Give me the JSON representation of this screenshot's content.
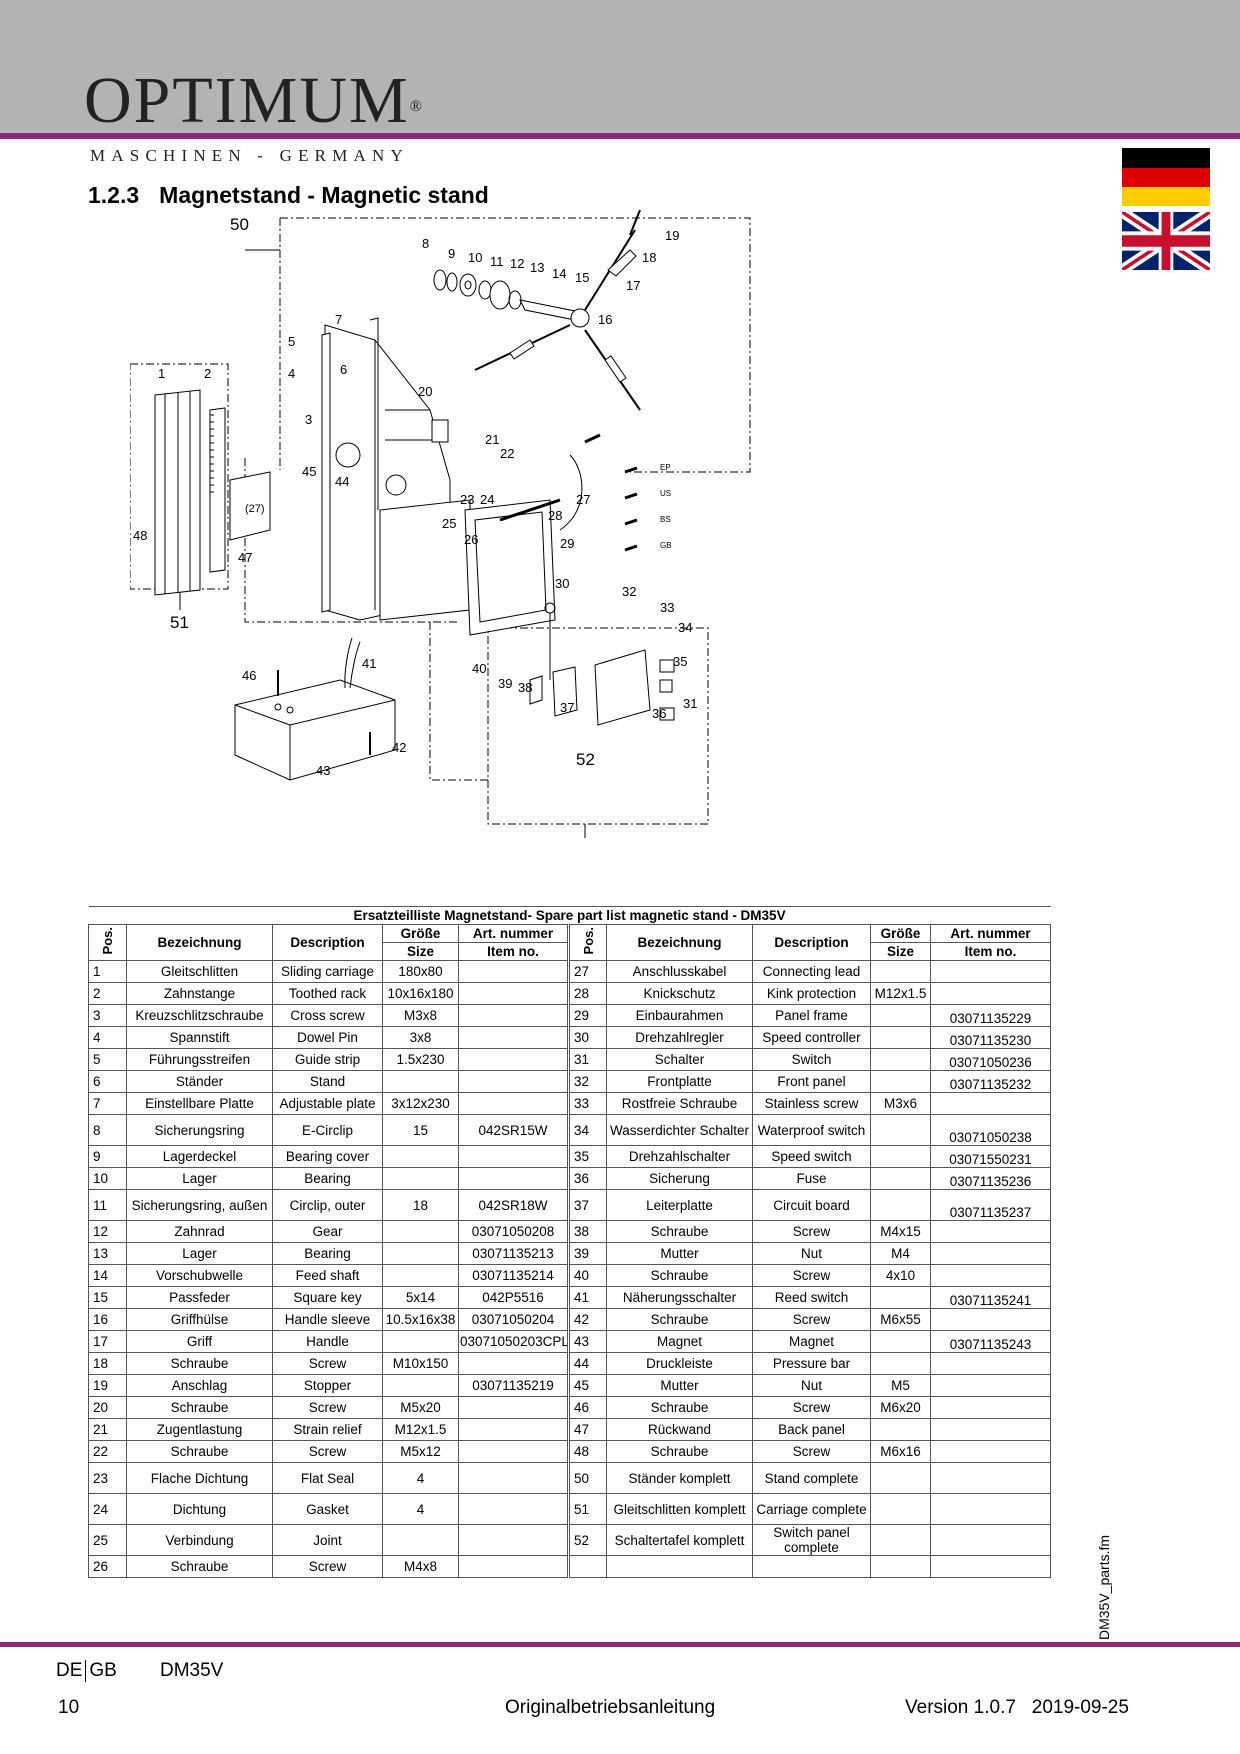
{
  "header": {
    "brand": "OPTIMUM",
    "registered": "®",
    "tagline": "MASCHINEN - GERMANY"
  },
  "section": {
    "number": "1.2.3",
    "title": "Magnetstand - Magnetic stand"
  },
  "flags": [
    "germany-flag",
    "uk-flag"
  ],
  "diagram": {
    "callouts": [
      "50",
      "8",
      "9",
      "10",
      "11",
      "12",
      "13",
      "14",
      "15",
      "16",
      "17",
      "18",
      "19",
      "5",
      "4",
      "7",
      "6",
      "20",
      "3",
      "21",
      "22",
      "45",
      "44",
      "23",
      "24",
      "25",
      "26",
      "27",
      "28",
      "29",
      "1",
      "2",
      "(27)",
      "48",
      "47",
      "51",
      "30",
      "32",
      "33",
      "34",
      "35",
      "31",
      "36",
      "37",
      "38",
      "39",
      "40",
      "41",
      "46",
      "42",
      "43",
      "52"
    ],
    "plug_labels": [
      "EP",
      "US",
      "BS",
      "GB"
    ]
  },
  "table": {
    "caption": "Ersatzteilliste Magnetstand- Spare part list magnetic stand - DM35V",
    "headers": {
      "pos": "Pos.",
      "bezeichnung": "Bezeichnung",
      "description": "Description",
      "groesse": "Größe",
      "size": "Size",
      "art_nummer": "Art. nummer",
      "item_no": "Item no."
    },
    "left_rows": [
      [
        "1",
        "Gleitschlitten",
        "Sliding carriage",
        "180x80",
        ""
      ],
      [
        "2",
        "Zahnstange",
        "Toothed rack",
        "10x16x180",
        ""
      ],
      [
        "3",
        "Kreuzschlitzschraube",
        "Cross screw",
        "M3x8",
        ""
      ],
      [
        "4",
        "Spannstift",
        "Dowel Pin",
        "3x8",
        ""
      ],
      [
        "5",
        "Führungsstreifen",
        "Guide strip",
        "1.5x230",
        ""
      ],
      [
        "6",
        "Ständer",
        "Stand",
        "",
        ""
      ],
      [
        "7",
        "Einstellbare Platte",
        "Adjustable plate",
        "3x12x230",
        ""
      ],
      [
        "8",
        "Sicherungsring",
        "E-Circlip",
        "15",
        "042SR15W"
      ],
      [
        "9",
        "Lagerdeckel",
        "Bearing cover",
        "",
        ""
      ],
      [
        "10",
        "Lager",
        "Bearing",
        "",
        ""
      ],
      [
        "11",
        "Sicherungsring, außen",
        "Circlip, outer",
        "18",
        "042SR18W"
      ],
      [
        "12",
        "Zahnrad",
        "Gear",
        "",
        "03071050208"
      ],
      [
        "13",
        "Lager",
        "Bearing",
        "",
        "03071135213"
      ],
      [
        "14",
        "Vorschubwelle",
        "Feed shaft",
        "",
        "03071135214"
      ],
      [
        "15",
        "Passfeder",
        "Square key",
        "5x14",
        "042P5516"
      ],
      [
        "16",
        "Griffhülse",
        "Handle sleeve",
        "10.5x16x38",
        "03071050204"
      ],
      [
        "17",
        "Griff",
        "Handle",
        "",
        "03071050203CPL"
      ],
      [
        "18",
        "Schraube",
        "Screw",
        "M10x150",
        ""
      ],
      [
        "19",
        "Anschlag",
        "Stopper",
        "",
        "03071135219"
      ],
      [
        "20",
        "Schraube",
        "Screw",
        "M5x20",
        ""
      ],
      [
        "21",
        "Zugentlastung",
        "Strain relief",
        "M12x1.5",
        ""
      ],
      [
        "22",
        "Schraube",
        "Screw",
        "M5x12",
        ""
      ],
      [
        "23",
        "Flache Dichtung",
        "Flat Seal",
        "4",
        ""
      ],
      [
        "24",
        "Dichtung",
        "Gasket",
        "4",
        ""
      ],
      [
        "25",
        "Verbindung",
        "Joint",
        "",
        ""
      ],
      [
        "26",
        "Schraube",
        "Screw",
        "M4x8",
        ""
      ]
    ],
    "right_rows": [
      [
        "27",
        "Anschlusskabel",
        "Connecting lead",
        "",
        ""
      ],
      [
        "28",
        "Knickschutz",
        "Kink protection",
        "M12x1.5",
        ""
      ],
      [
        "29",
        "Einbaurahmen",
        "Panel frame",
        "",
        "03071135229"
      ],
      [
        "30",
        "Drehzahlregler",
        "Speed controller",
        "",
        "03071135230"
      ],
      [
        "31",
        "Schalter",
        "Switch",
        "",
        "03071050236"
      ],
      [
        "32",
        "Frontplatte",
        "Front panel",
        "",
        "03071135232"
      ],
      [
        "33",
        "Rostfreie Schraube",
        "Stainless screw",
        "M3x6",
        ""
      ],
      [
        "34",
        "Wasserdichter Schalter",
        "Waterproof switch",
        "",
        "03071050238"
      ],
      [
        "35",
        "Drehzahlschalter",
        "Speed switch",
        "",
        "03071550231"
      ],
      [
        "36",
        "Sicherung",
        "Fuse",
        "",
        "03071135236"
      ],
      [
        "37",
        "Leiterplatte",
        "Circuit board",
        "",
        "03071135237"
      ],
      [
        "38",
        "Schraube",
        "Screw",
        "M4x15",
        ""
      ],
      [
        "39",
        "Mutter",
        "Nut",
        "M4",
        ""
      ],
      [
        "40",
        "Schraube",
        "Screw",
        "4x10",
        ""
      ],
      [
        "41",
        "Näherungsschalter",
        "Reed switch",
        "",
        "03071135241"
      ],
      [
        "42",
        "Schraube",
        "Screw",
        "M6x55",
        ""
      ],
      [
        "43",
        "Magnet",
        "Magnet",
        "",
        "03071135243"
      ],
      [
        "44",
        "Druckleiste",
        "Pressure bar",
        "",
        ""
      ],
      [
        "45",
        "Mutter",
        "Nut",
        "M5",
        ""
      ],
      [
        "46",
        "Schraube",
        "Screw",
        "M6x20",
        ""
      ],
      [
        "47",
        "Rückwand",
        "Back panel",
        "",
        ""
      ],
      [
        "48",
        "Schraube",
        "Screw",
        "M6x16",
        ""
      ],
      [
        "50",
        "Ständer komplett",
        "Stand complete",
        "",
        ""
      ],
      [
        "51",
        "Gleitschlitten komplett",
        "Carriage complete",
        "",
        ""
      ],
      [
        "52",
        "Schaltertafel komplett",
        "Switch panel complete",
        "",
        ""
      ],
      [
        "",
        "",
        "",
        "",
        ""
      ]
    ]
  },
  "side_file": "DM35V_parts.fm",
  "footer": {
    "lang_de": "DE",
    "lang_gb": "GB",
    "model": "DM35V",
    "page": "10",
    "center": "Originalbetriebsanleitung",
    "version": "Version 1.0.7   2019-09-25"
  },
  "colors": {
    "header_gray": "#b3b3b3",
    "accent_purple": "#8a2a7d"
  }
}
